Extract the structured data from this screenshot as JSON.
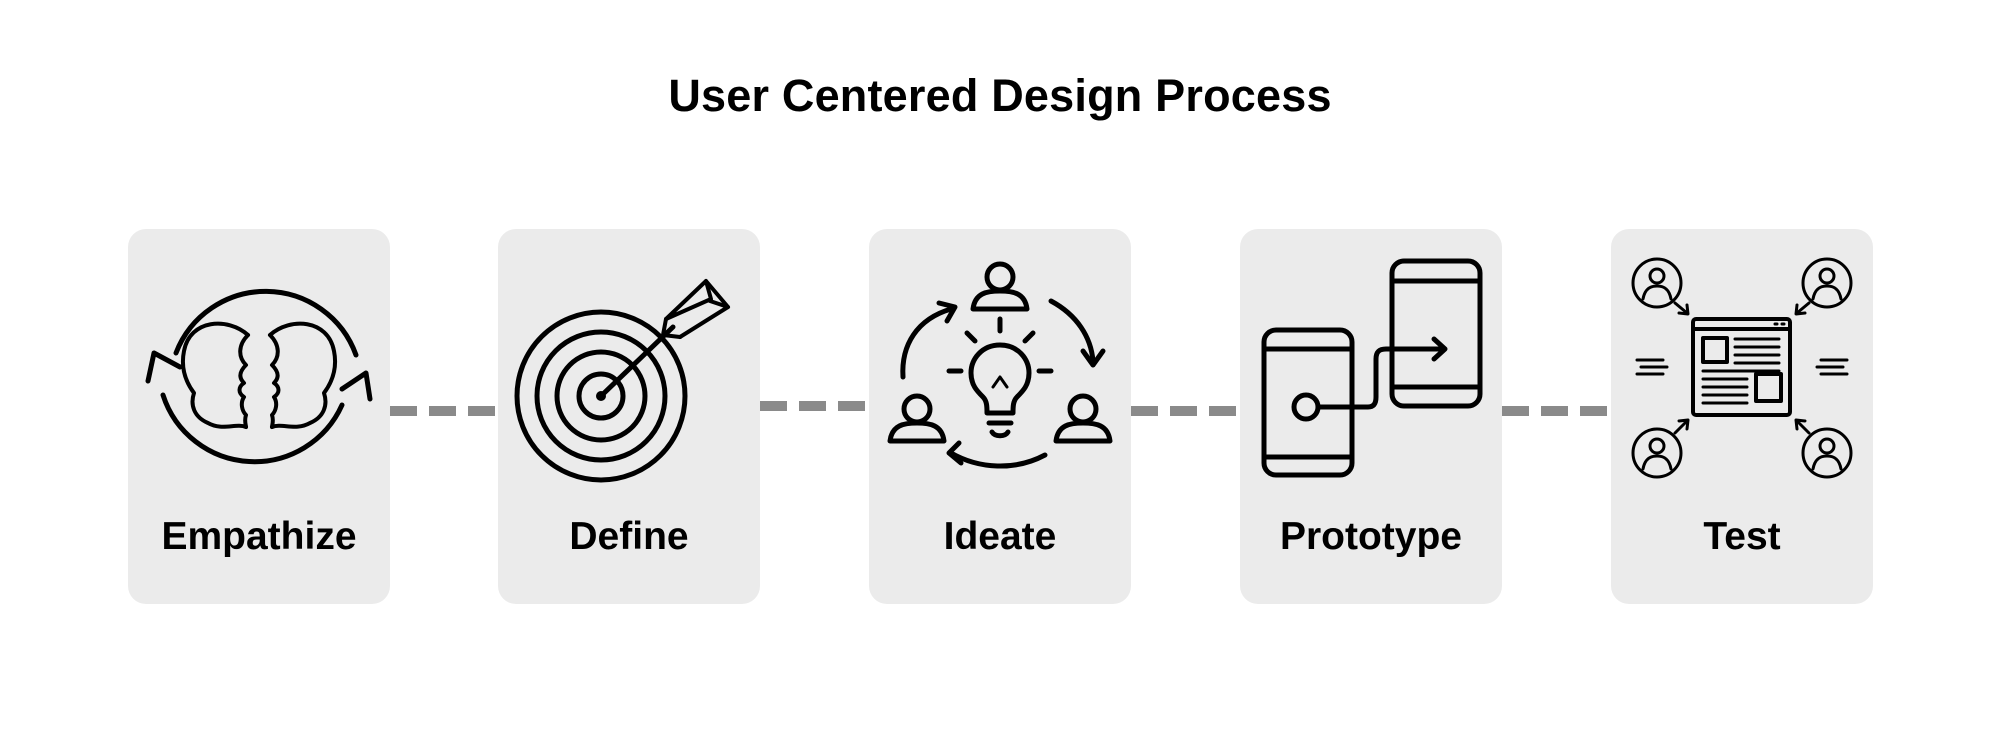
{
  "title": "User Centered Design Process",
  "connector_color": "#8a8a8a",
  "card_color": "#ebebeb",
  "steps": [
    {
      "label": "Empathize",
      "icon": "empathy-faces-icon"
    },
    {
      "label": "Define",
      "icon": "target-arrow-icon"
    },
    {
      "label": "Ideate",
      "icon": "idea-team-icon"
    },
    {
      "label": "Prototype",
      "icon": "prototype-screens-icon"
    },
    {
      "label": "Test",
      "icon": "user-testing-icon"
    }
  ]
}
